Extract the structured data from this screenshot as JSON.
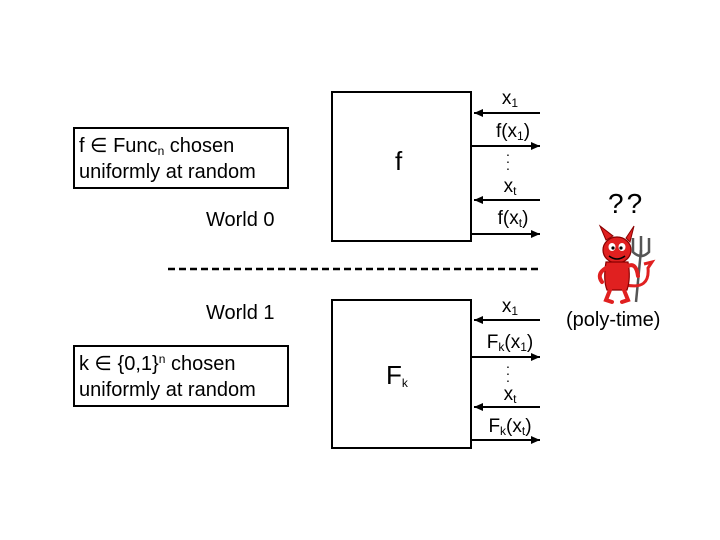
{
  "world0": {
    "box_line1_pre": "f ∈ Func",
    "box_line1_sub": "n",
    "box_line1_post": " chosen",
    "box_line2": "uniformly at random",
    "world_label": "World 0",
    "func_label": "f",
    "x_first": "x",
    "x_first_sub": "1",
    "y_first_pre": "f(x",
    "y_first_sub": "1",
    "y_first_post": ")",
    "x_last": "x",
    "x_last_sub": "t",
    "y_last_pre": "f(x",
    "y_last_sub": "t",
    "y_last_post": ")"
  },
  "world1": {
    "box_line1_pre": "k ∈ {0,1}",
    "box_line1_sup": "n",
    "box_line1_post": " chosen",
    "box_line2": "uniformly at random",
    "world_label": "World 1",
    "func_label_main": "F",
    "func_label_sub": "k",
    "x_first": "x",
    "x_first_sub": "1",
    "y_first_pre": "F",
    "y_first_sub_k": "k",
    "y_first_mid": "(x",
    "y_first_sub": "1",
    "y_first_post": ")",
    "x_last": "x",
    "x_last_sub": "t",
    "y_last_pre": "F",
    "y_last_sub_k": "k",
    "y_last_mid": "(x",
    "y_last_sub": "t",
    "y_last_post": ")"
  },
  "adversary": {
    "question": "??",
    "caption": "(poly-time)",
    "icon": "devil-icon"
  },
  "colors": {
    "ink": "#000000",
    "devil_red": "#e02020",
    "devil_dark": "#8a0000"
  }
}
